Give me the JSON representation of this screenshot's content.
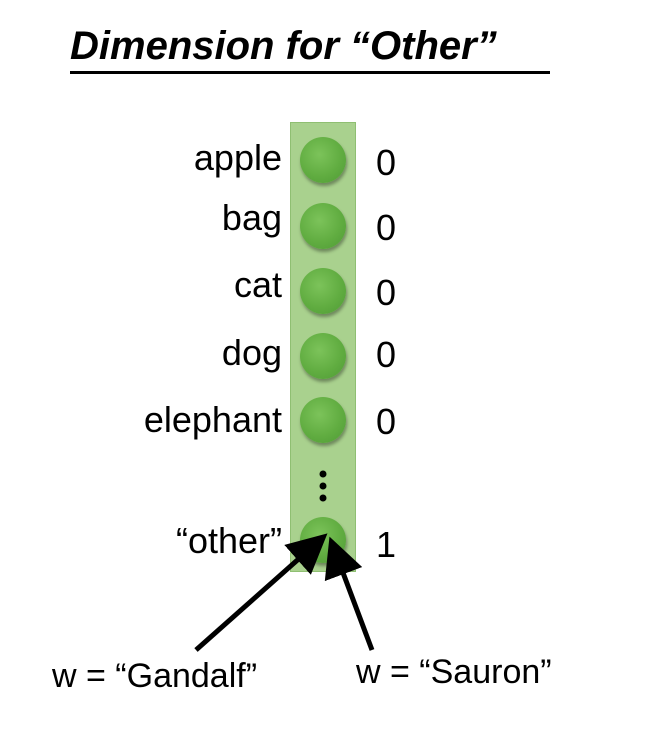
{
  "title": "Dimension for “Other”",
  "rows": [
    {
      "label": "apple",
      "value": "0"
    },
    {
      "label": "bag",
      "value": "0"
    },
    {
      "label": "cat",
      "value": "0"
    },
    {
      "label": "dog",
      "value": "0"
    },
    {
      "label": "elephant",
      "value": "0"
    },
    {
      "label": "“other”",
      "value": "1"
    }
  ],
  "captions": {
    "left": "w = “Gandalf”",
    "right": "w = “Sauron”"
  },
  "colors": {
    "column_fill": "#a9d18e",
    "circle_fill": "#61ad41",
    "arrow": "#000000"
  },
  "icons": {
    "ellipsis": "vertical-ellipsis-icon"
  }
}
